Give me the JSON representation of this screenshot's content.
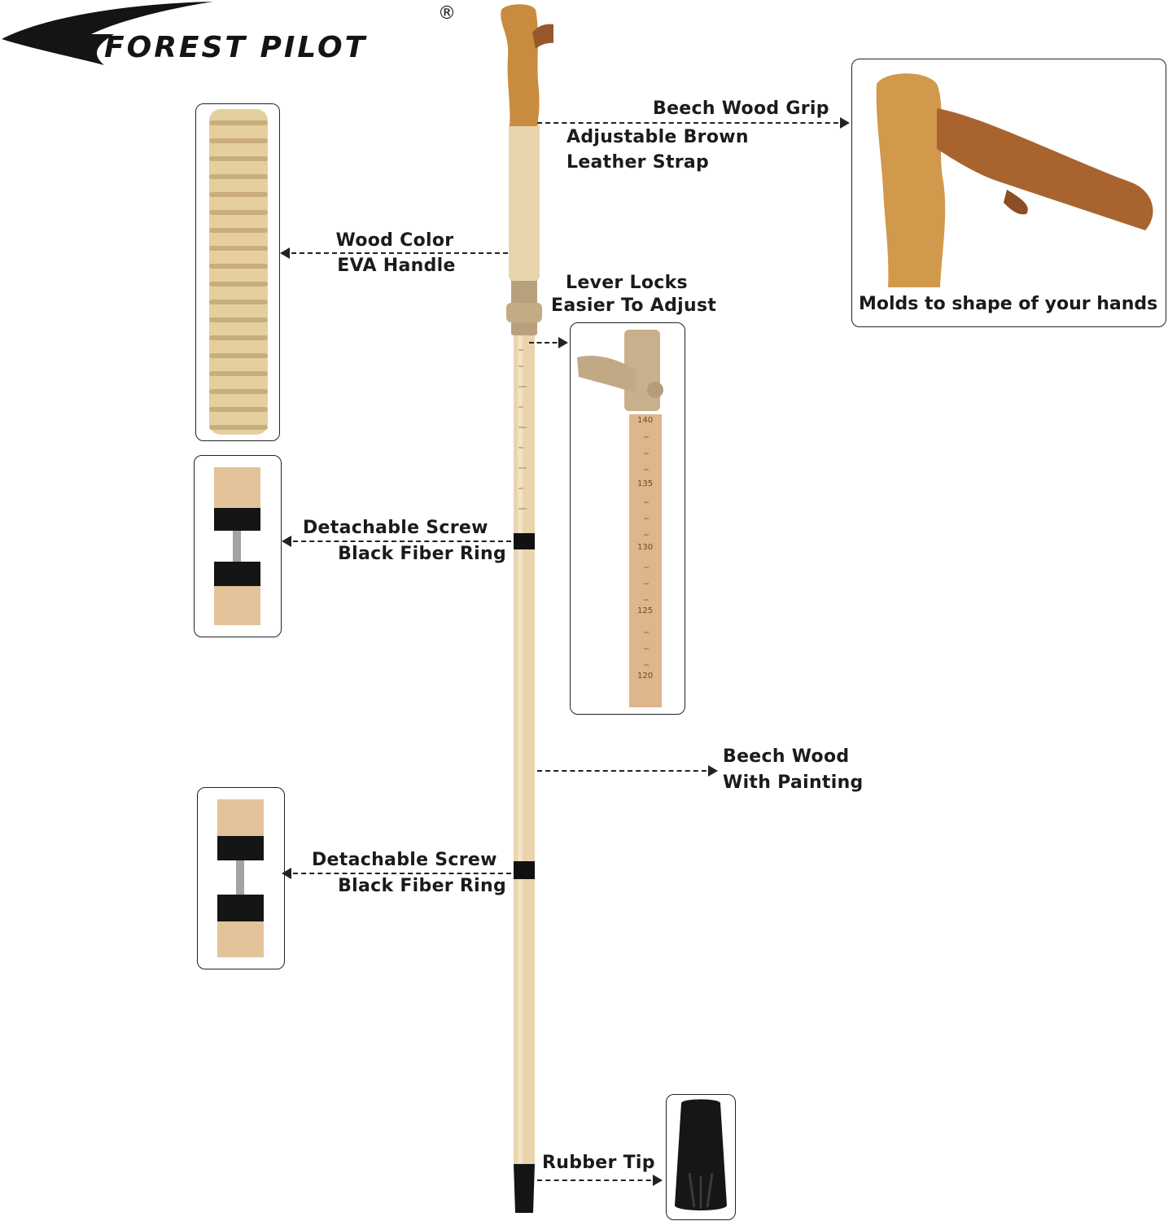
{
  "brand": {
    "name": "FOREST PILOT",
    "registered": "®"
  },
  "labels": {
    "beech_grip": "Beech Wood Grip",
    "strap_line1": "Adjustable Brown",
    "strap_line2": "Leather Strap",
    "eva_line1": "Wood Color",
    "eva_line2": "EVA Handle",
    "lever_line1": "Lever Locks",
    "lever_line2": "Easier To Adjust",
    "screw1_line1": "Detachable Screw",
    "screw1_line2": "Black Fiber Ring",
    "shaft_line1": "Beech Wood",
    "shaft_line2": "With Painting",
    "screw2_line1": "Detachable Screw",
    "screw2_line2": "Black Fiber Ring",
    "tip": "Rubber Tip",
    "molds": "Molds to shape of your hands"
  },
  "scale_ticks": [
    "140",
    "135",
    "130",
    "125",
    "120"
  ],
  "colors": {
    "wood": "#e9cfa6",
    "grip": "#c88a3c",
    "strap": "#9a5a2e",
    "eva": "#e6d2a8",
    "lock": "#b59a76",
    "ring": "#111111"
  }
}
